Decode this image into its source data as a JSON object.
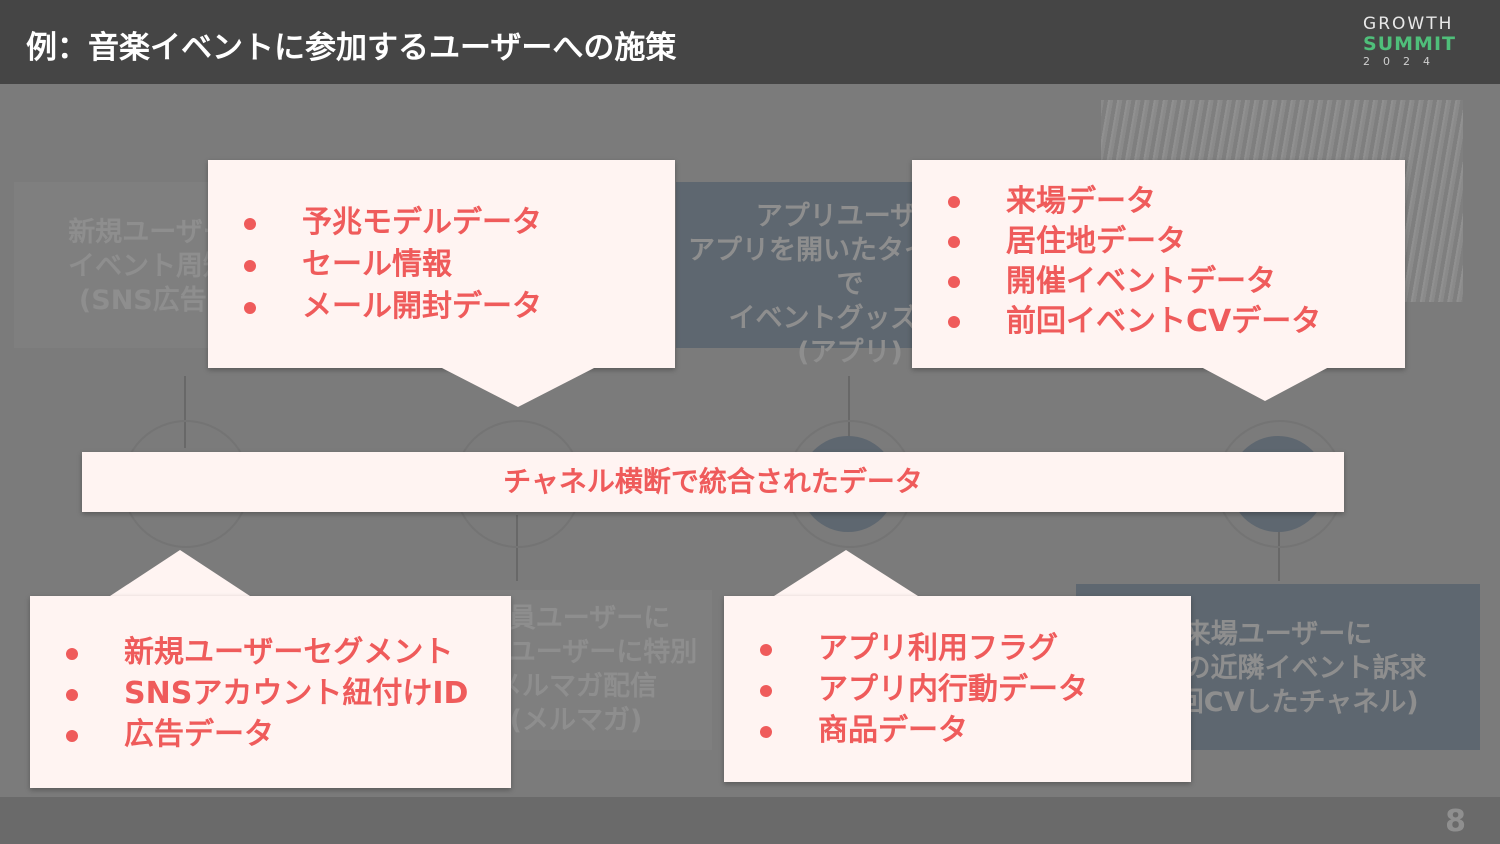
{
  "header": {
    "title": "例：音楽イベントに参加するユーザーへの施策",
    "logo": {
      "line1": "GROWTH",
      "line2": "SUMMIT",
      "line3": "2024"
    }
  },
  "background": {
    "box_new_user": [
      "新規ユーザー",
      "イベント周知",
      "(SNS広告)"
    ],
    "box_app_user": [
      "アプリユーザー",
      "アプリを開いたタイミングで",
      "イベントグッズ訴求",
      "(アプリ)"
    ],
    "box_member": [
      "会員ユーザーに",
      "会員ユーザーに特別",
      "メルマガ配信",
      "(メルマガ)"
    ],
    "box_visitor": [
      "来場ユーザーに",
      "次回の近隣イベント訴求",
      "(前回CVしたチャネル)"
    ]
  },
  "callouts": {
    "top_left": [
      "予兆モデルデータ",
      "セール情報",
      "メール開封データ"
    ],
    "top_right": [
      "来場データ",
      "居住地データ",
      "開催イベントデータ",
      "前回イベントCVデータ"
    ],
    "bottom_left": [
      "新規ユーザーセグメント",
      "SNSアカウント紐付けID",
      "広告データ"
    ],
    "bottom_right": [
      "アプリ利用フラグ",
      "アプリ内行動データ",
      "商品データ"
    ]
  },
  "band": {
    "label": "チャネル横断で統合されたデータ"
  },
  "footer": {
    "page_number": "8"
  },
  "colors": {
    "accent": "#ef5b5b",
    "callout_bg": "#fff4f2",
    "header_bg": "#454545"
  }
}
